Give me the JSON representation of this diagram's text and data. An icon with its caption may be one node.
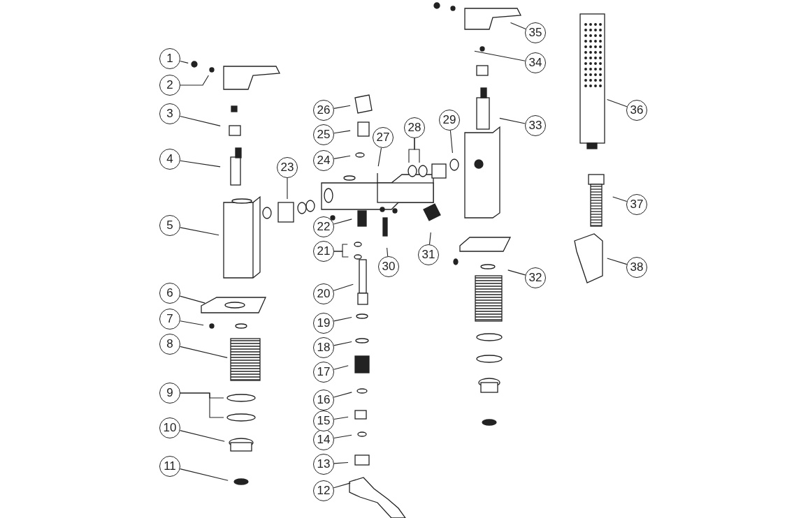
{
  "diagram": {
    "nodes": [
      {
        "text": [
          "1"
        ]
      },
      {
        "text": [
          "2"
        ]
      },
      {
        "text": [
          "3"
        ]
      },
      {
        "text": [
          "4"
        ]
      },
      {
        "text": [
          "5"
        ]
      },
      {
        "text": [
          "6"
        ]
      },
      {
        "text": [
          "7"
        ]
      },
      {
        "text": [
          "8"
        ]
      },
      {
        "text": [
          "9"
        ]
      },
      {
        "text": [
          "10"
        ]
      },
      {
        "text": [
          "11"
        ]
      },
      {
        "text": [
          "12"
        ]
      },
      {
        "text": [
          "13"
        ]
      },
      {
        "text": [
          "14"
        ]
      },
      {
        "text": [
          "15"
        ]
      },
      {
        "text": [
          "16"
        ]
      },
      {
        "text": [
          "17"
        ]
      },
      {
        "text": [
          "18"
        ]
      },
      {
        "text": [
          "19"
        ]
      },
      {
        "text": [
          "20"
        ]
      },
      {
        "text": [
          "21"
        ]
      },
      {
        "text": [
          "22"
        ]
      },
      {
        "text": [
          "23"
        ]
      },
      {
        "text": [
          "24"
        ]
      },
      {
        "text": [
          "25"
        ]
      },
      {
        "text": [
          "26"
        ]
      },
      {
        "text": [
          "27"
        ]
      },
      {
        "text": [
          "28"
        ]
      },
      {
        "text": [
          "29"
        ]
      },
      {
        "text": [
          "30"
        ]
      },
      {
        "text": [
          "31"
        ]
      },
      {
        "text": [
          "32"
        ]
      },
      {
        "text": [
          "33"
        ]
      },
      {
        "text": [
          "34"
        ]
      },
      {
        "text": [
          "35"
        ]
      },
      {
        "text": [
          "36"
        ]
      },
      {
        "text": [
          "37"
        ]
      },
      {
        "text": [
          "38"
        ]
      }
    ],
    "edges": [
      {
        "from": 0,
        "to": null,
        "arrow": "none"
      },
      {
        "from": 1,
        "to": null,
        "arrow": "none"
      },
      {
        "from": 2,
        "to": null,
        "arrow": "none"
      },
      {
        "from": 3,
        "to": null,
        "arrow": "none"
      },
      {
        "from": 4,
        "to": null,
        "arrow": "none"
      },
      {
        "from": 5,
        "to": null,
        "arrow": "none"
      },
      {
        "from": 6,
        "to": null,
        "arrow": "none"
      },
      {
        "from": 7,
        "to": null,
        "arrow": "none"
      },
      {
        "from": 8,
        "to": null,
        "arrow": "none"
      },
      {
        "from": 8,
        "to": null,
        "arrow": "none"
      },
      {
        "from": 9,
        "to": null,
        "arrow": "none"
      },
      {
        "from": 10,
        "to": null,
        "arrow": "none"
      },
      {
        "from": 11,
        "to": null,
        "arrow": "none"
      },
      {
        "from": 12,
        "to": null,
        "arrow": "none"
      },
      {
        "from": 13,
        "to": null,
        "arrow": "none"
      },
      {
        "from": 14,
        "to": null,
        "arrow": "none"
      },
      {
        "from": 15,
        "to": null,
        "arrow": "none"
      },
      {
        "from": 16,
        "to": null,
        "arrow": "none"
      },
      {
        "from": 17,
        "to": null,
        "arrow": "none"
      },
      {
        "from": 18,
        "to": null,
        "arrow": "none"
      },
      {
        "from": 19,
        "to": null,
        "arrow": "none"
      },
      {
        "from": 20,
        "to": null,
        "arrow": "none"
      },
      {
        "from": 20,
        "to": null,
        "arrow": "none"
      },
      {
        "from": 21,
        "to": null,
        "arrow": "none"
      },
      {
        "from": 22,
        "to": null,
        "arrow": "none"
      },
      {
        "from": 23,
        "to": null,
        "arrow": "none"
      },
      {
        "from": 24,
        "to": null,
        "arrow": "none"
      },
      {
        "from": 25,
        "to": null,
        "arrow": "none"
      },
      {
        "from": 26,
        "to": null,
        "arrow": "none"
      },
      {
        "from": 27,
        "to": null,
        "arrow": "none"
      },
      {
        "from": 27,
        "to": null,
        "arrow": "none"
      },
      {
        "from": 28,
        "to": null,
        "arrow": "none"
      },
      {
        "from": 29,
        "to": null,
        "arrow": "none"
      },
      {
        "from": 30,
        "to": null,
        "arrow": "none"
      },
      {
        "from": 31,
        "to": null,
        "arrow": "none"
      },
      {
        "from": 32,
        "to": null,
        "arrow": "none"
      },
      {
        "from": 33,
        "to": null,
        "arrow": "none"
      },
      {
        "from": 34,
        "to": null,
        "arrow": "none"
      },
      {
        "from": 35,
        "to": null,
        "arrow": "none"
      },
      {
        "from": 36,
        "to": null,
        "arrow": "none"
      },
      {
        "from": 37,
        "to": null,
        "arrow": "none"
      }
    ]
  }
}
